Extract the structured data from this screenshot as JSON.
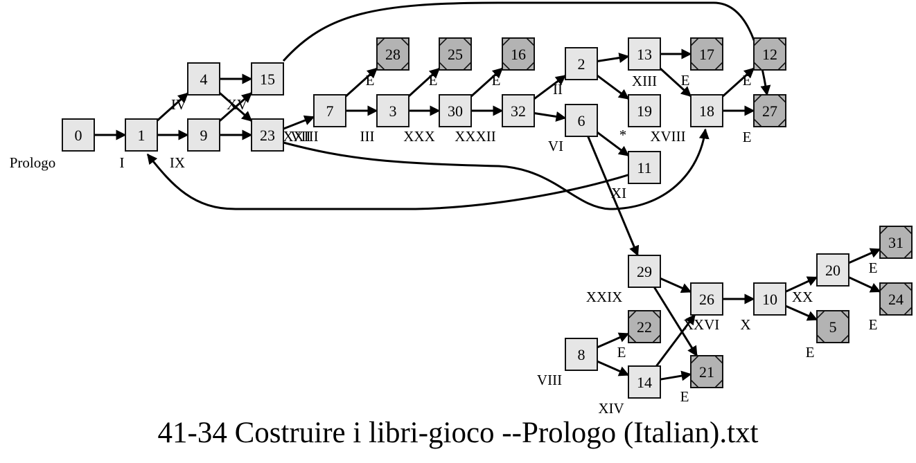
{
  "title": "41-34 Costruire i libri-gioco --Prologo (Italian).txt",
  "colors": {
    "node_fill": "#e6e6e6",
    "end_fill": "#b3b3b3",
    "stroke": "#111111"
  },
  "nodes": [
    {
      "id": "0",
      "type": "section",
      "label": "Prologo"
    },
    {
      "id": "1",
      "type": "section",
      "label": "I"
    },
    {
      "id": "4",
      "type": "section",
      "label": "IV"
    },
    {
      "id": "9",
      "type": "section",
      "label": "IX"
    },
    {
      "id": "15",
      "type": "section",
      "label": "XV"
    },
    {
      "id": "23",
      "type": "section",
      "label": "XXIII"
    },
    {
      "id": "7",
      "type": "section",
      "label": "VII"
    },
    {
      "id": "3",
      "type": "section",
      "label": "III"
    },
    {
      "id": "30",
      "type": "section",
      "label": "XXX"
    },
    {
      "id": "32",
      "type": "section",
      "label": "XXXII"
    },
    {
      "id": "2",
      "type": "section",
      "label": "II"
    },
    {
      "id": "6",
      "type": "section",
      "label": "VI"
    },
    {
      "id": "13",
      "type": "section",
      "label": "XIII"
    },
    {
      "id": "19",
      "type": "section",
      "label": "*"
    },
    {
      "id": "18",
      "type": "section",
      "label": "XVIII"
    },
    {
      "id": "11",
      "type": "section",
      "label": "XI"
    },
    {
      "id": "28",
      "type": "ending",
      "label": "E"
    },
    {
      "id": "25",
      "type": "ending",
      "label": "E"
    },
    {
      "id": "16",
      "type": "ending",
      "label": "E"
    },
    {
      "id": "17",
      "type": "ending",
      "label": "E"
    },
    {
      "id": "12",
      "type": "ending",
      "label": "E"
    },
    {
      "id": "27",
      "type": "ending",
      "label": "E"
    },
    {
      "id": "29",
      "type": "section",
      "label": "XXIX"
    },
    {
      "id": "26",
      "type": "section",
      "label": "XXVI"
    },
    {
      "id": "10",
      "type": "section",
      "label": "X"
    },
    {
      "id": "20",
      "type": "section",
      "label": "XX"
    },
    {
      "id": "31",
      "type": "ending",
      "label": "E"
    },
    {
      "id": "24",
      "type": "ending",
      "label": "E"
    },
    {
      "id": "5",
      "type": "ending",
      "label": "E"
    },
    {
      "id": "8",
      "type": "section",
      "label": "VIII"
    },
    {
      "id": "22",
      "type": "ending",
      "label": "E"
    },
    {
      "id": "14",
      "type": "section",
      "label": "XIV"
    },
    {
      "id": "21",
      "type": "ending",
      "label": "E"
    }
  ],
  "edges": [
    {
      "from": "0",
      "to": "1"
    },
    {
      "from": "1",
      "to": "4"
    },
    {
      "from": "1",
      "to": "9"
    },
    {
      "from": "4",
      "to": "15"
    },
    {
      "from": "4",
      "to": "23"
    },
    {
      "from": "9",
      "to": "15"
    },
    {
      "from": "9",
      "to": "23"
    },
    {
      "from": "15",
      "to": "27"
    },
    {
      "from": "23",
      "to": "7"
    },
    {
      "from": "23",
      "to": "18"
    },
    {
      "from": "7",
      "to": "28"
    },
    {
      "from": "7",
      "to": "3"
    },
    {
      "from": "3",
      "to": "25"
    },
    {
      "from": "3",
      "to": "30"
    },
    {
      "from": "30",
      "to": "16"
    },
    {
      "from": "30",
      "to": "32"
    },
    {
      "from": "32",
      "to": "2"
    },
    {
      "from": "32",
      "to": "6"
    },
    {
      "from": "2",
      "to": "13"
    },
    {
      "from": "2",
      "to": "19"
    },
    {
      "from": "13",
      "to": "17"
    },
    {
      "from": "13",
      "to": "18"
    },
    {
      "from": "18",
      "to": "12"
    },
    {
      "from": "18",
      "to": "27"
    },
    {
      "from": "6",
      "to": "11"
    },
    {
      "from": "6",
      "to": "29"
    },
    {
      "from": "11",
      "to": "1"
    },
    {
      "from": "29",
      "to": "26"
    },
    {
      "from": "29",
      "to": "21"
    },
    {
      "from": "26",
      "to": "10"
    },
    {
      "from": "10",
      "to": "20"
    },
    {
      "from": "10",
      "to": "5"
    },
    {
      "from": "20",
      "to": "31"
    },
    {
      "from": "20",
      "to": "24"
    },
    {
      "from": "8",
      "to": "22"
    },
    {
      "from": "8",
      "to": "14"
    },
    {
      "from": "14",
      "to": "26"
    },
    {
      "from": "14",
      "to": "21"
    }
  ]
}
